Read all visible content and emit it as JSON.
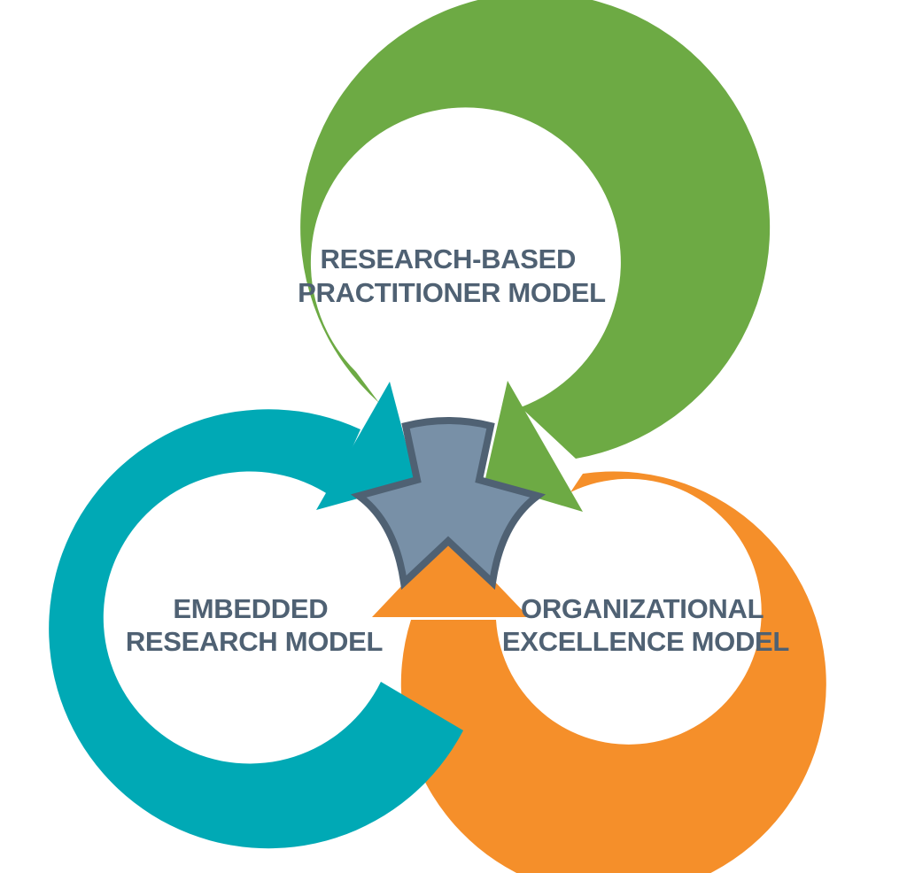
{
  "title": "Three interconnected research models",
  "colors": {
    "green": "#6DAA44",
    "teal": "#00A9B5",
    "orange": "#F58F2A",
    "hub": "#7890A7",
    "hub_outline": "#4F6173",
    "text": "#4F6173"
  },
  "models": [
    {
      "id": "research-based-practitioner",
      "color": "green",
      "lines": [
        "RESEARCH-BASED",
        "PRACTITIONER MODEL"
      ]
    },
    {
      "id": "embedded-research",
      "color": "teal",
      "lines": [
        "EMBEDDED",
        "RESEARCH MODEL"
      ]
    },
    {
      "id": "organizational-excellence",
      "color": "orange",
      "lines": [
        "ORGANIZATIONAL",
        "EXCELLENCE MODEL"
      ]
    }
  ],
  "hub": {
    "icon": "three-point-star-icon"
  }
}
